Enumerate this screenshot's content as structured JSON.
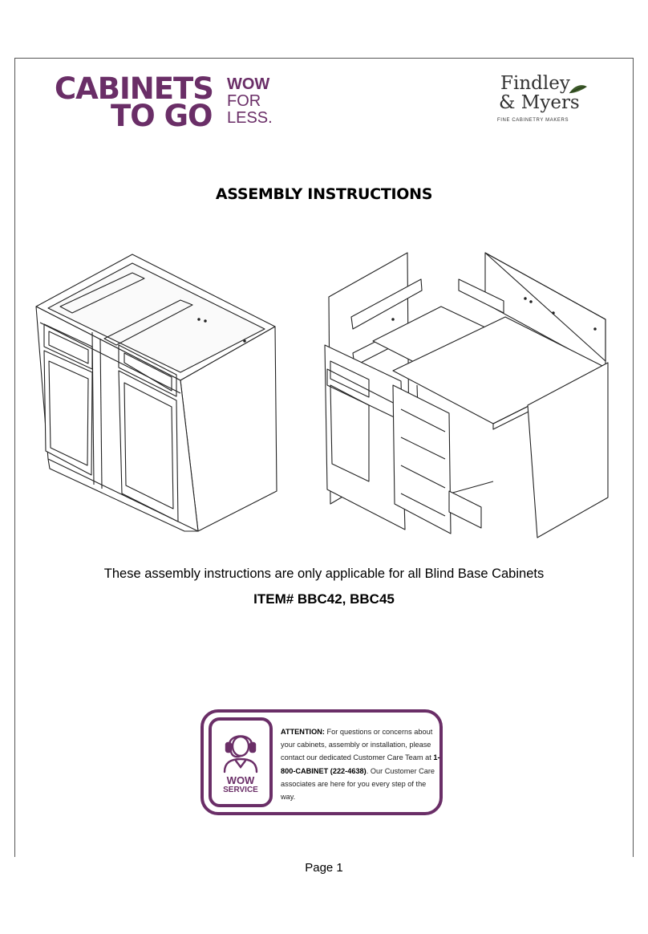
{
  "brand": {
    "ctg_line1": "CABINETS",
    "ctg_line2": "TO GO",
    "ctg_tag1": "WOW",
    "ctg_tag2": "FOR",
    "ctg_tag3": "LESS.",
    "fm_line1": "Findley",
    "fm_line2": "& Myers",
    "fm_sub": "FINE CABINETRY MAKERS",
    "accent_color": "#6a2e67"
  },
  "title": "ASSEMBLY INSTRUCTIONS",
  "illustrations": {
    "left": "assembled-blind-base-cabinet",
    "right": "exploded-blind-base-cabinet"
  },
  "applicability": "These assembly instructions are only applicable for all Blind Base Cabinets",
  "item_numbers": "ITEM# BBC42, BBC45",
  "attention": {
    "label": "ATTENTION:",
    "text1": "For questions or concerns about your cabinets, assembly or installation, please contact our dedicated Customer Care Team at",
    "phone": "1-800-CABINET (222-4638)",
    "text2": ". Our Customer Care associates are here for you every step of the way.",
    "badge_line1": "WOW",
    "badge_line2": "SERVICE",
    "badge_icon": "customer-service-agent-icon"
  },
  "footer": {
    "page": "Page 1"
  }
}
